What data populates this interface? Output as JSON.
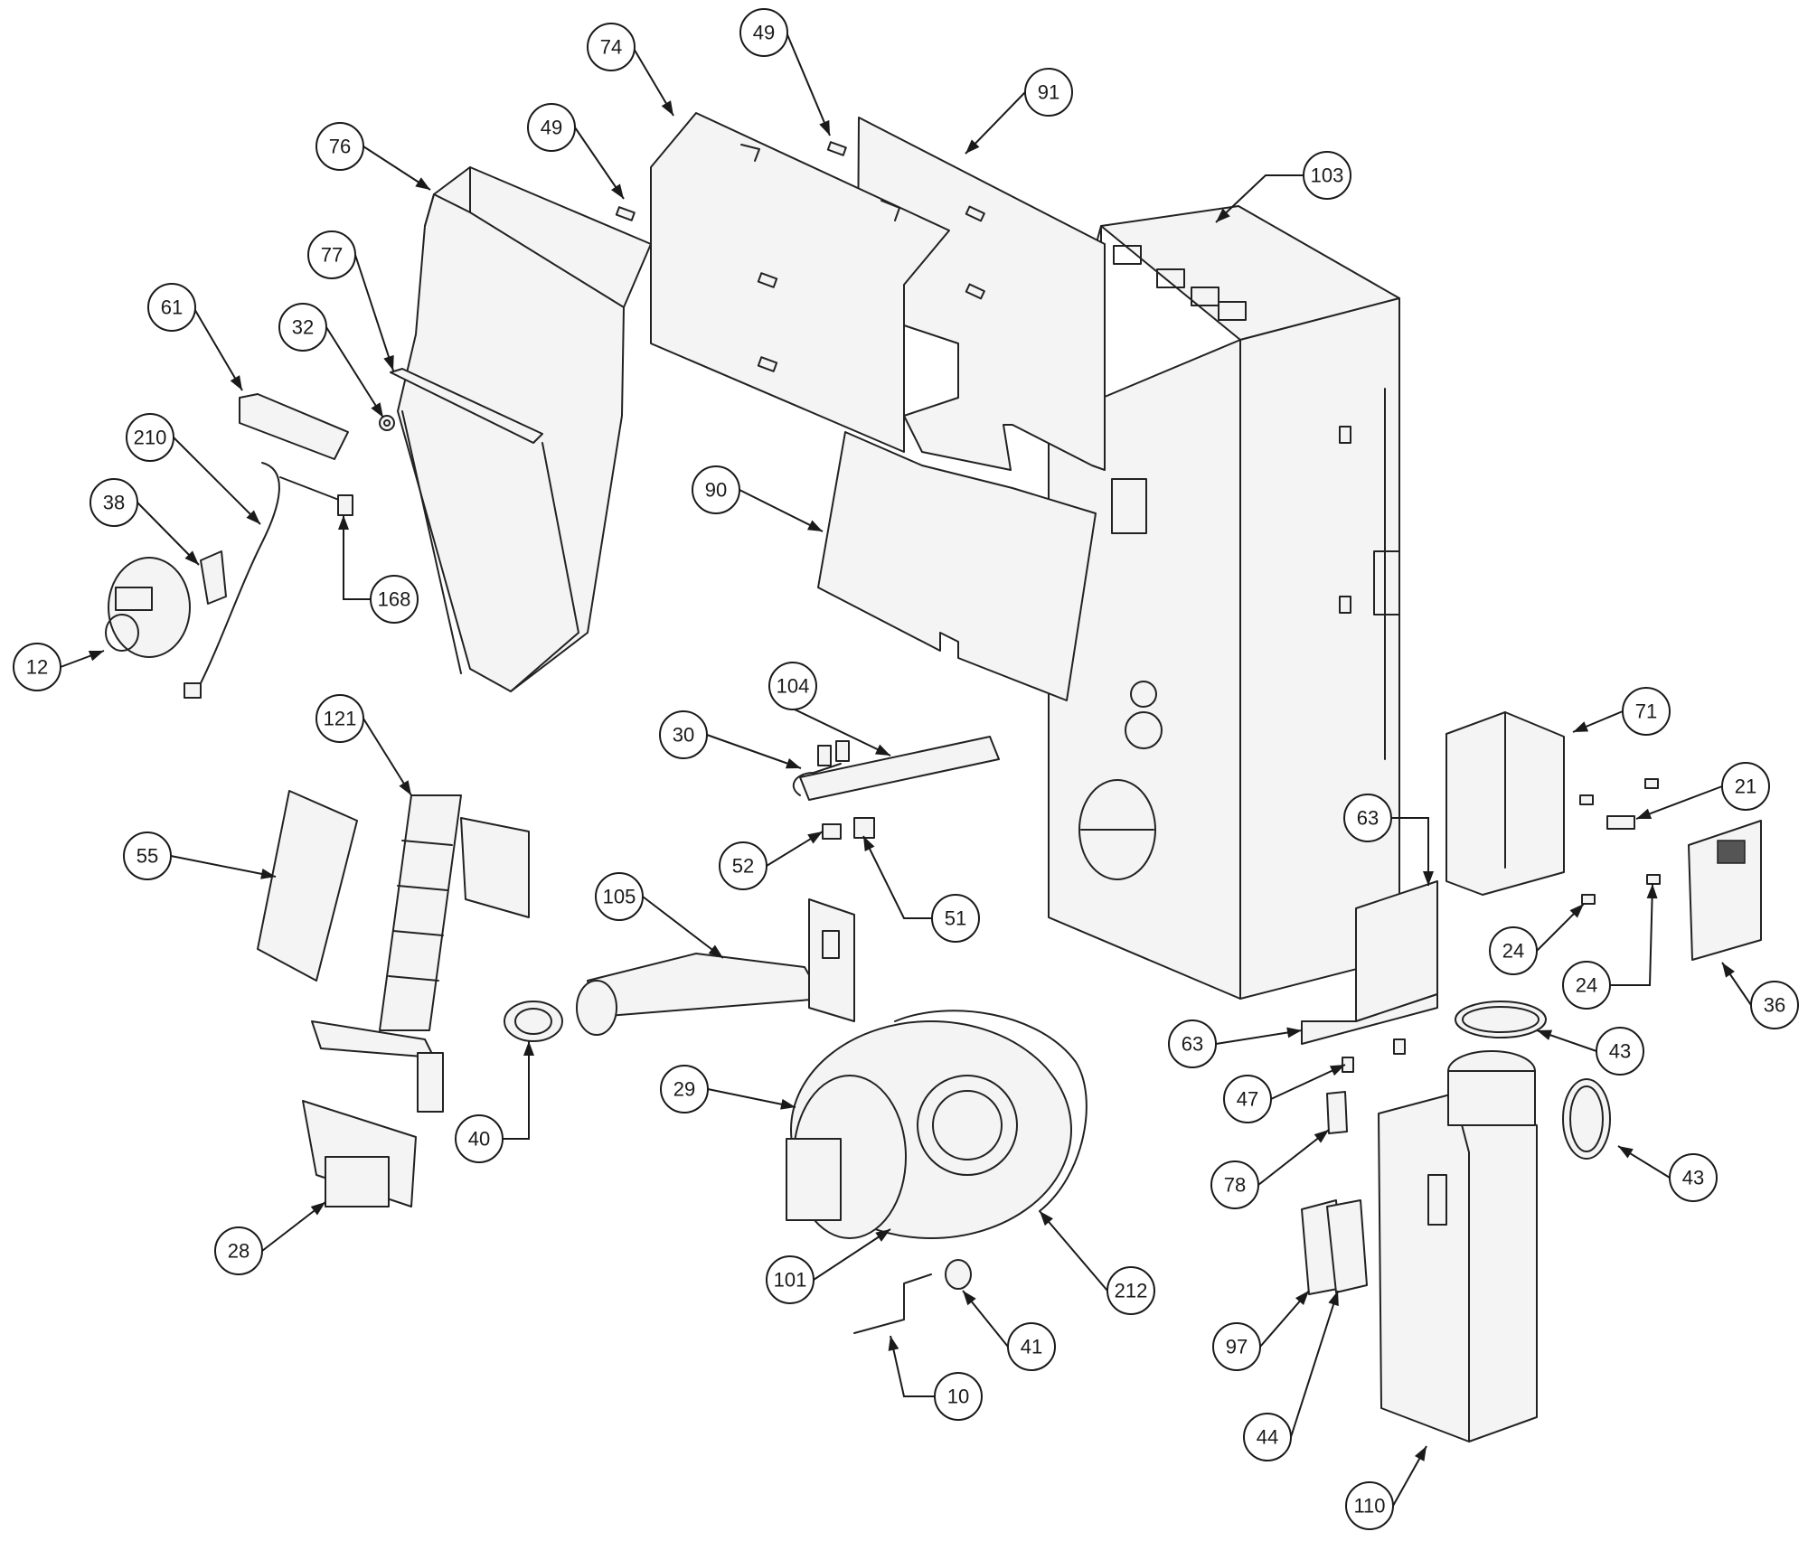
{
  "callouts": [
    {
      "id": "c-49a",
      "label": "49"
    },
    {
      "id": "c-74",
      "label": "74"
    },
    {
      "id": "c-91",
      "label": "91"
    },
    {
      "id": "c-49b",
      "label": "49"
    },
    {
      "id": "c-76",
      "label": "76"
    },
    {
      "id": "c-103",
      "label": "103"
    },
    {
      "id": "c-77",
      "label": "77"
    },
    {
      "id": "c-61",
      "label": "61"
    },
    {
      "id": "c-32",
      "label": "32"
    },
    {
      "id": "c-210",
      "label": "210"
    },
    {
      "id": "c-38",
      "label": "38"
    },
    {
      "id": "c-90",
      "label": "90"
    },
    {
      "id": "c-168",
      "label": "168"
    },
    {
      "id": "c-12",
      "label": "12"
    },
    {
      "id": "c-104",
      "label": "104"
    },
    {
      "id": "c-121",
      "label": "121"
    },
    {
      "id": "c-30",
      "label": "30"
    },
    {
      "id": "c-71",
      "label": "71"
    },
    {
      "id": "c-21",
      "label": "21"
    },
    {
      "id": "c-63a",
      "label": "63"
    },
    {
      "id": "c-55",
      "label": "55"
    },
    {
      "id": "c-52",
      "label": "52"
    },
    {
      "id": "c-105",
      "label": "105"
    },
    {
      "id": "c-51",
      "label": "51"
    },
    {
      "id": "c-24a",
      "label": "24"
    },
    {
      "id": "c-24b",
      "label": "24"
    },
    {
      "id": "c-36",
      "label": "36"
    },
    {
      "id": "c-63b",
      "label": "63"
    },
    {
      "id": "c-43a",
      "label": "43"
    },
    {
      "id": "c-29",
      "label": "29"
    },
    {
      "id": "c-47",
      "label": "47"
    },
    {
      "id": "c-40",
      "label": "40"
    },
    {
      "id": "c-43b",
      "label": "43"
    },
    {
      "id": "c-78",
      "label": "78"
    },
    {
      "id": "c-28",
      "label": "28"
    },
    {
      "id": "c-101",
      "label": "101"
    },
    {
      "id": "c-212",
      "label": "212"
    },
    {
      "id": "c-41",
      "label": "41"
    },
    {
      "id": "c-97",
      "label": "97"
    },
    {
      "id": "c-10",
      "label": "10"
    },
    {
      "id": "c-44",
      "label": "44"
    },
    {
      "id": "c-110",
      "label": "110"
    }
  ]
}
